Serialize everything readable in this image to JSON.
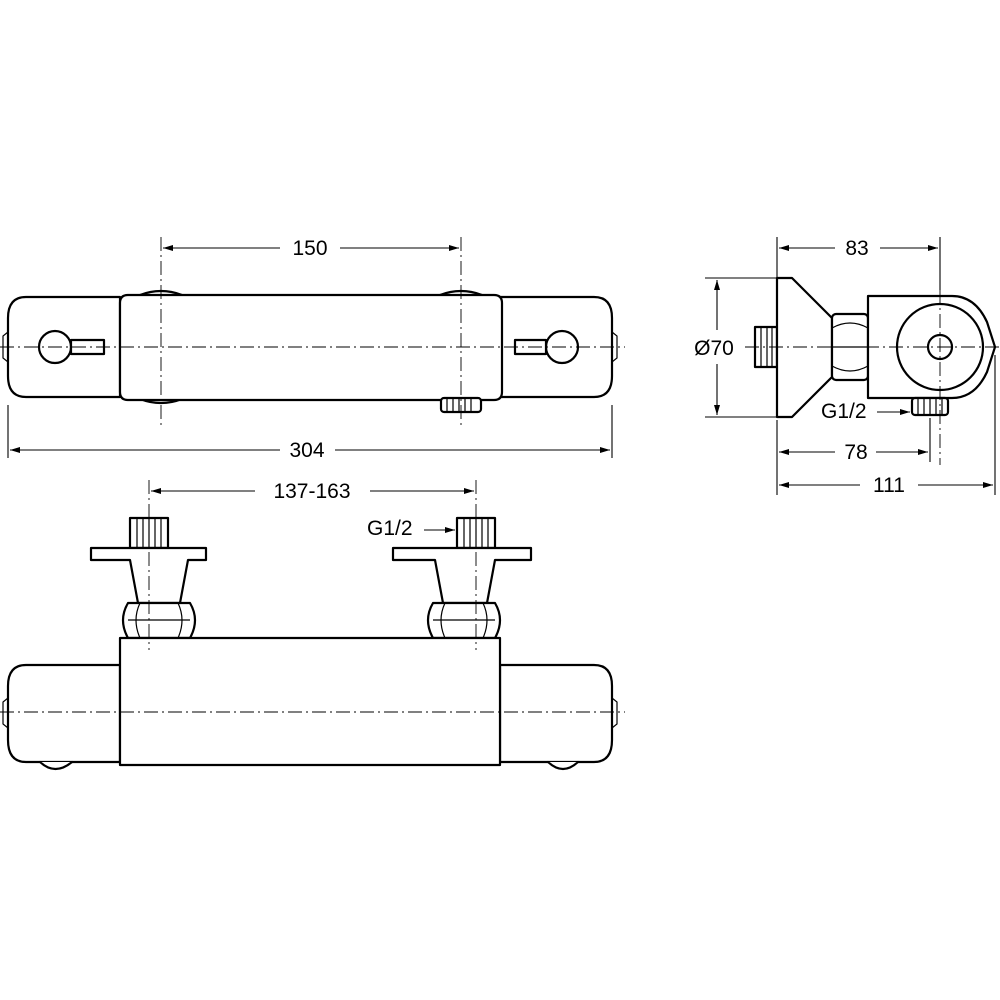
{
  "dimensions": {
    "top_spacing": "150",
    "overall_length": "304",
    "connection_range": "137-163",
    "thread_bottom": "G1/2",
    "side_depth_top": "83",
    "flange_diameter": "Ø70",
    "thread_side": "G1/2",
    "side_depth_mid": "78",
    "side_depth_total": "111"
  }
}
